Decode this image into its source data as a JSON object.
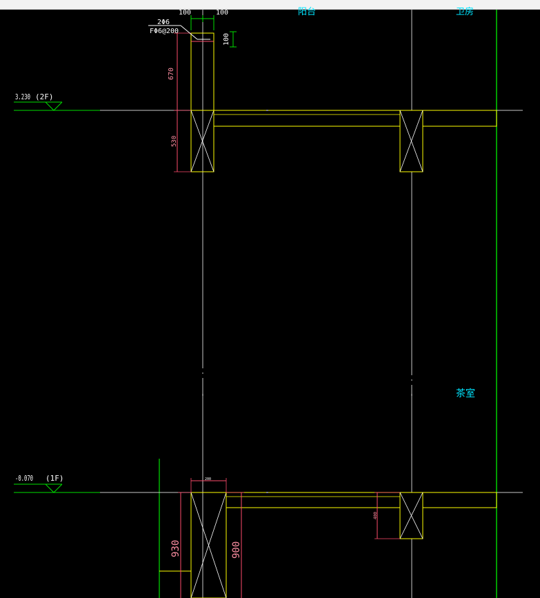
{
  "colors": {
    "background": "#000000",
    "topbar": "#f2f2f2",
    "axis_line": "#c8c8c8",
    "level_line": "#00e000",
    "member": "#ffff00",
    "section_cross": "#ffffff",
    "dimension": "#ff4d6d",
    "dim_text": "#ff8fa3",
    "note_text": "#ffffff",
    "room_text": "#00e5ff",
    "level_text": "#ffffff"
  },
  "room_labels": {
    "top_left": "阳台",
    "top_right": "卫房",
    "middle_right": "茶室"
  },
  "levels": {
    "upper": {
      "elevation": "3.230",
      "floor": "(2F)"
    },
    "lower": {
      "elevation": "-0.070",
      "floor": "(1F)"
    }
  },
  "rebar_note": {
    "line1": "2Φ6",
    "line2": "FΦ6@200"
  },
  "dimensions": {
    "top_left_width": "100",
    "top_right_width": "100",
    "upper_cap_height": "100",
    "upper_wall_height": "670",
    "upper_beam_depth": "530",
    "lower_width": "200",
    "lower_beam_depth": "400",
    "lower_left_height": "930",
    "lower_right_height": "900"
  }
}
